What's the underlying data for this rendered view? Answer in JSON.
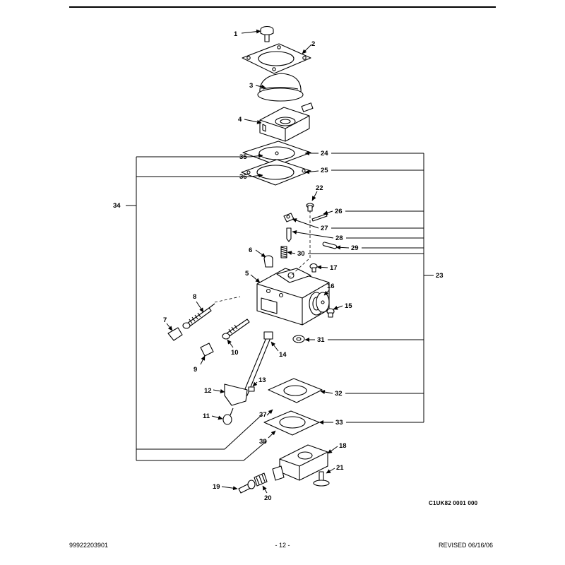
{
  "callouts": [
    {
      "id": "c1",
      "label": "1"
    },
    {
      "id": "c2",
      "label": "2"
    },
    {
      "id": "c3",
      "label": "3"
    },
    {
      "id": "c4",
      "label": "4"
    },
    {
      "id": "c5",
      "label": "5"
    },
    {
      "id": "c6",
      "label": "6"
    },
    {
      "id": "c7",
      "label": "7"
    },
    {
      "id": "c8",
      "label": "8"
    },
    {
      "id": "c9",
      "label": "9"
    },
    {
      "id": "c10",
      "label": "10"
    },
    {
      "id": "c11",
      "label": "11"
    },
    {
      "id": "c12",
      "label": "12"
    },
    {
      "id": "c13",
      "label": "13"
    },
    {
      "id": "c14",
      "label": "14"
    },
    {
      "id": "c15",
      "label": "15"
    },
    {
      "id": "c16",
      "label": "16"
    },
    {
      "id": "c17",
      "label": "17"
    },
    {
      "id": "c18",
      "label": "18"
    },
    {
      "id": "c19",
      "label": "19"
    },
    {
      "id": "c20",
      "label": "20"
    },
    {
      "id": "c21",
      "label": "21"
    },
    {
      "id": "c22",
      "label": "22"
    },
    {
      "id": "c23",
      "label": "23"
    },
    {
      "id": "c24",
      "label": "24"
    },
    {
      "id": "c25",
      "label": "25"
    },
    {
      "id": "c26",
      "label": "26"
    },
    {
      "id": "c27",
      "label": "27"
    },
    {
      "id": "c28",
      "label": "28"
    },
    {
      "id": "c29",
      "label": "29"
    },
    {
      "id": "c30",
      "label": "30"
    },
    {
      "id": "c31",
      "label": "31"
    },
    {
      "id": "c32",
      "label": "32"
    },
    {
      "id": "c33",
      "label": "33"
    },
    {
      "id": "c34",
      "label": "34"
    },
    {
      "id": "c35",
      "label": "35"
    },
    {
      "id": "c36",
      "label": "36"
    },
    {
      "id": "c37",
      "label": "37"
    },
    {
      "id": "c38",
      "label": "38"
    }
  ],
  "diagram_code": "C1UK82 0001 000",
  "footer": {
    "part_number": "99922203901",
    "page": "- 12 -",
    "revision": "REVISED 06/16/06"
  }
}
